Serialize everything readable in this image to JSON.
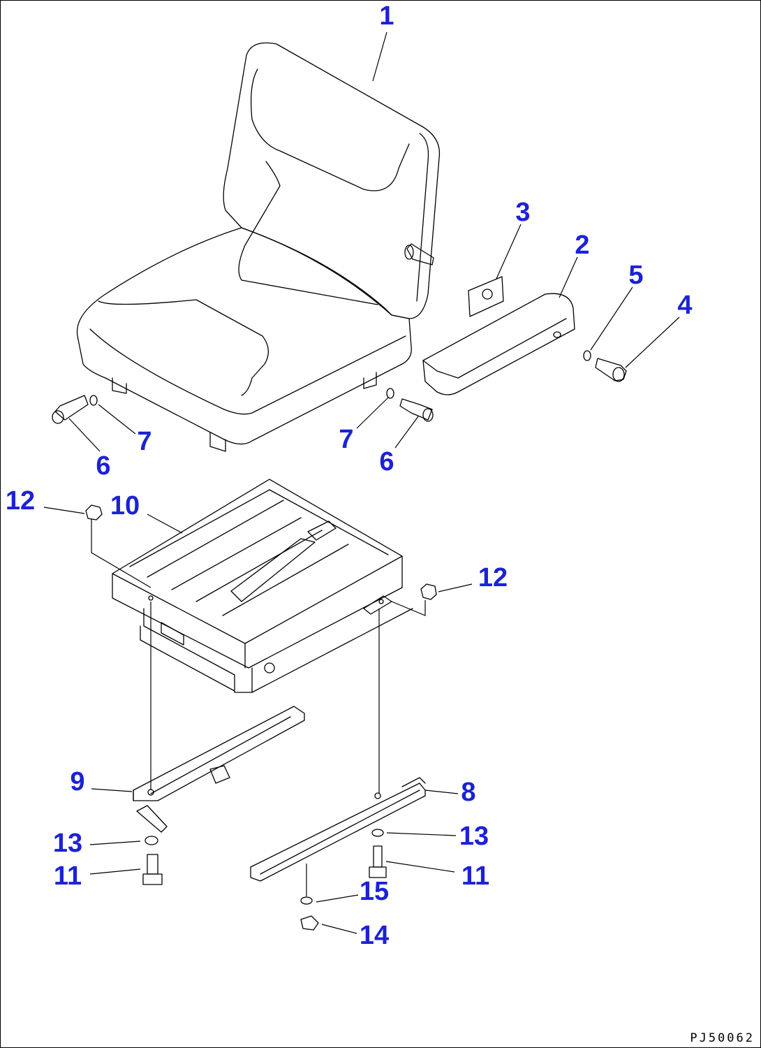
{
  "callouts": [
    {
      "id": "c1",
      "text": "1"
    },
    {
      "id": "c2",
      "text": "2"
    },
    {
      "id": "c3",
      "text": "3"
    },
    {
      "id": "c4",
      "text": "4"
    },
    {
      "id": "c5",
      "text": "5"
    },
    {
      "id": "c6a",
      "text": "6"
    },
    {
      "id": "c6b",
      "text": "6"
    },
    {
      "id": "c7a",
      "text": "7"
    },
    {
      "id": "c7b",
      "text": "7"
    },
    {
      "id": "c8",
      "text": "8"
    },
    {
      "id": "c9",
      "text": "9"
    },
    {
      "id": "c10",
      "text": "10"
    },
    {
      "id": "c11a",
      "text": "11"
    },
    {
      "id": "c11b",
      "text": "11"
    },
    {
      "id": "c12a",
      "text": "12"
    },
    {
      "id": "c12b",
      "text": "12"
    },
    {
      "id": "c13a",
      "text": "13"
    },
    {
      "id": "c13b",
      "text": "13"
    },
    {
      "id": "c14",
      "text": "14"
    },
    {
      "id": "c15",
      "text": "15"
    }
  ],
  "drawing_code": "PJ50062",
  "colors": {
    "callout": "#1c22d6",
    "line": "#000000",
    "background": "#ffffff"
  }
}
